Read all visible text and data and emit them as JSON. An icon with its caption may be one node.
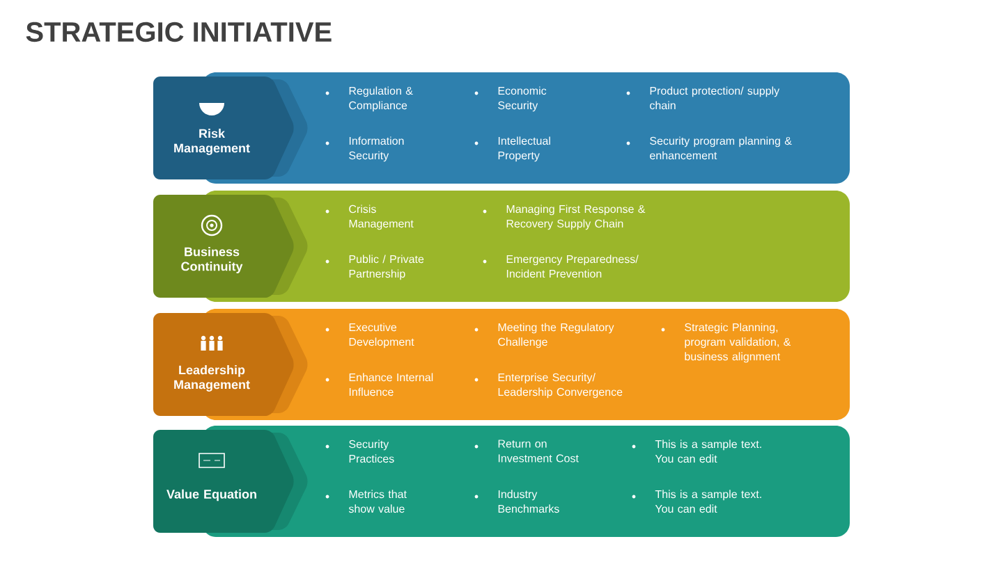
{
  "diagram": {
    "title": "STRATEGIC INITIATIVE",
    "nodes": [
      {
        "text": [
          "Regulation & Compliance",
          "Economic Security",
          "Product protection/ supply chain",
          "Information Security",
          "Intellectual Property",
          "Security program planning & enhancement"
        ]
      },
      {
        "text": [
          "Risk Management"
        ]
      },
      {
        "text": [
          "Crisis Management",
          "Managing First Response & Recovery Supply Chain",
          "Public / Private Partnership",
          "Emergency Preparedness/ Incident Prevention"
        ]
      },
      {
        "text": [
          "Business Continuity"
        ]
      },
      {
        "text": [
          "Executive Development",
          "Meeting the Regulatory Challenge",
          "Strategic Planning, program validation, & business alignment",
          "Enhance Internal Influence",
          "Enterprise Security/ Leadership Convergence"
        ]
      },
      {
        "text": [
          "Leadership Management"
        ]
      },
      {
        "text": [
          "Security Practices",
          "Return on Investment Cost",
          "This is a sample text. You can edit",
          "Metrics that show value",
          "Industry Benchmarks",
          "This is a sample text. You can edit"
        ]
      },
      {
        "text": [
          "Value Equation"
        ]
      }
    ]
  }
}
